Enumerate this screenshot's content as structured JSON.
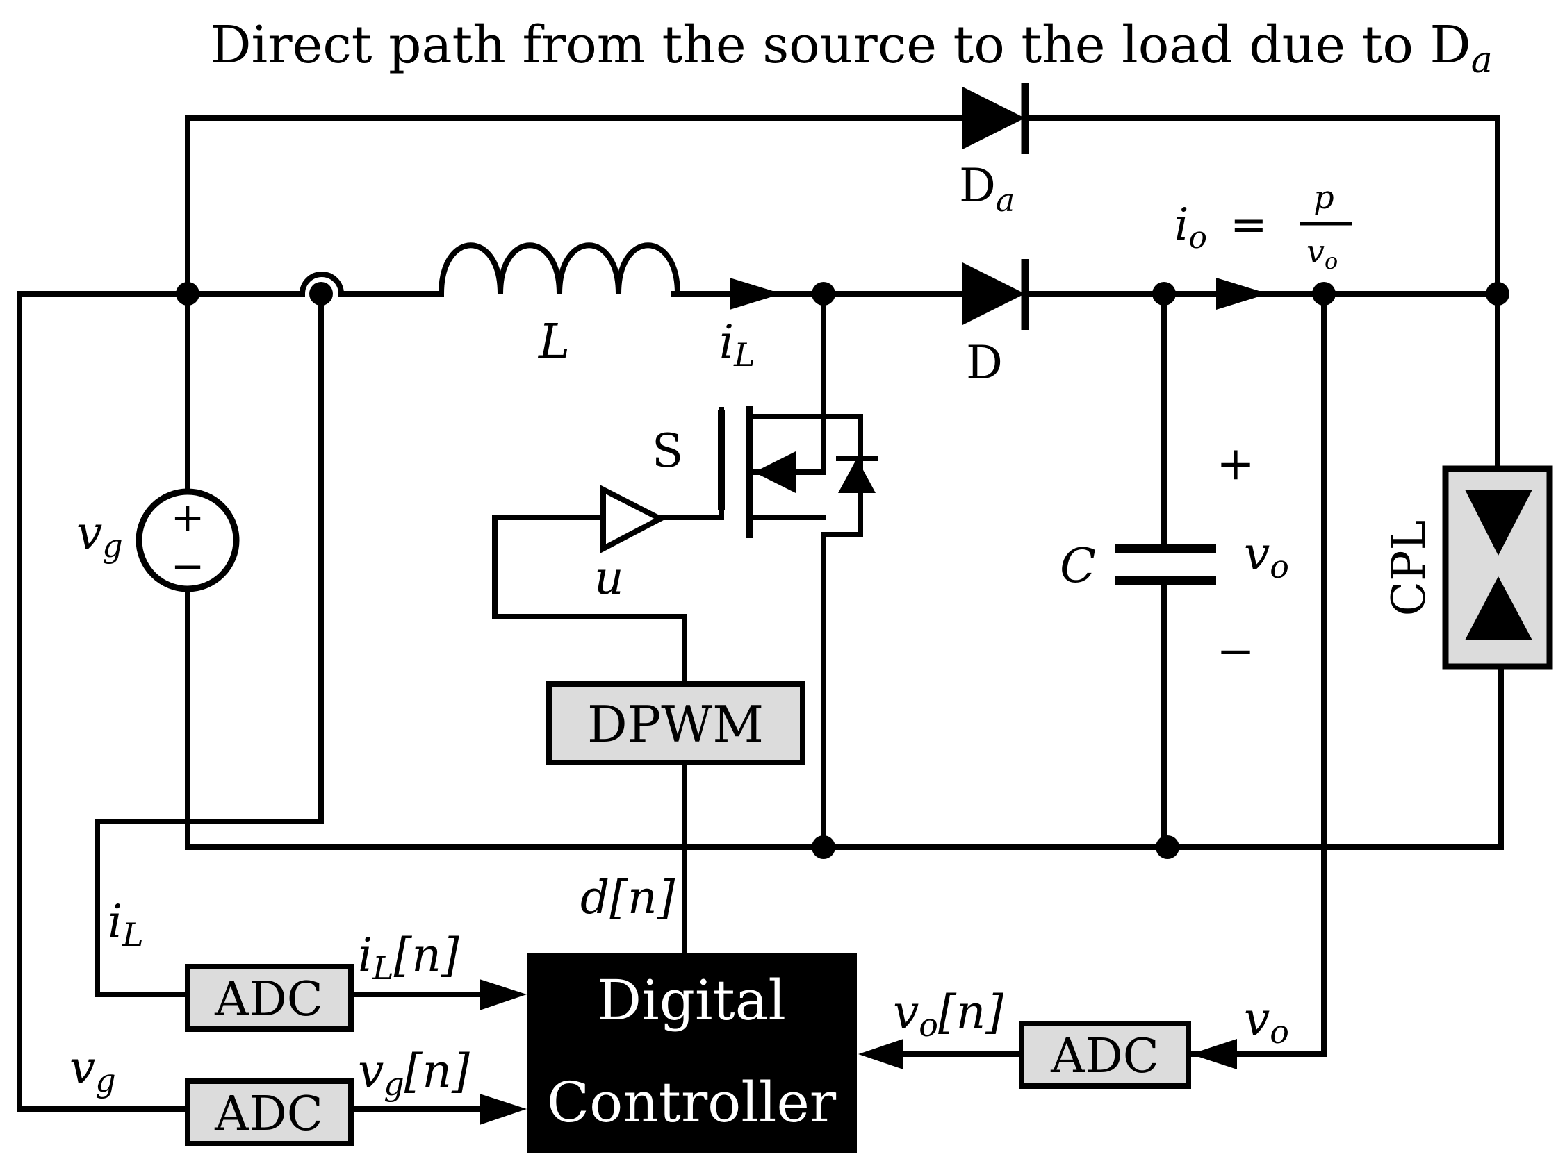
{
  "title": "Direct path from the source to the load due to D",
  "title_sub": "a",
  "labels": {
    "inductor": "L",
    "inductor_current": "i",
    "inductor_current_sub": "L",
    "diode_aux": "D",
    "diode_aux_sub": "a",
    "diode_main": "D",
    "switch": "S",
    "gate_signal": "u",
    "capacitor": "C",
    "output_voltage": "v",
    "output_voltage_sub": "o",
    "plus": "+",
    "minus": "−",
    "output_current_lhs": "i",
    "output_current_lhs_sub": "o",
    "equals": "=",
    "frac_num": "p",
    "frac_den": "v",
    "frac_den_sub": "o",
    "source": "v",
    "source_sub": "g",
    "source_plus": "+",
    "source_minus": "−",
    "load": "CPL",
    "dpwm": "DPWM",
    "duty": "d[n]",
    "controller_line1": "Digital",
    "controller_line2": "Controller",
    "adc": "ADC",
    "il_sense": "i",
    "il_sense_sub": "L",
    "il_n": "i",
    "il_n_sub": "L",
    "il_n_arg": "[n]",
    "vg_sense": "v",
    "vg_sense_sub": "g",
    "vg_n": "v",
    "vg_n_sub": "g",
    "vg_n_arg": "[n]",
    "vo_sense": "v",
    "vo_sense_sub": "o",
    "vo_n": "v",
    "vo_n_sub": "o",
    "vo_n_arg": "[n]"
  },
  "colors": {
    "wire": "#000000",
    "block_fill": "#dcdcdc",
    "controller_fill": "#000000",
    "controller_text": "#ffffff"
  }
}
